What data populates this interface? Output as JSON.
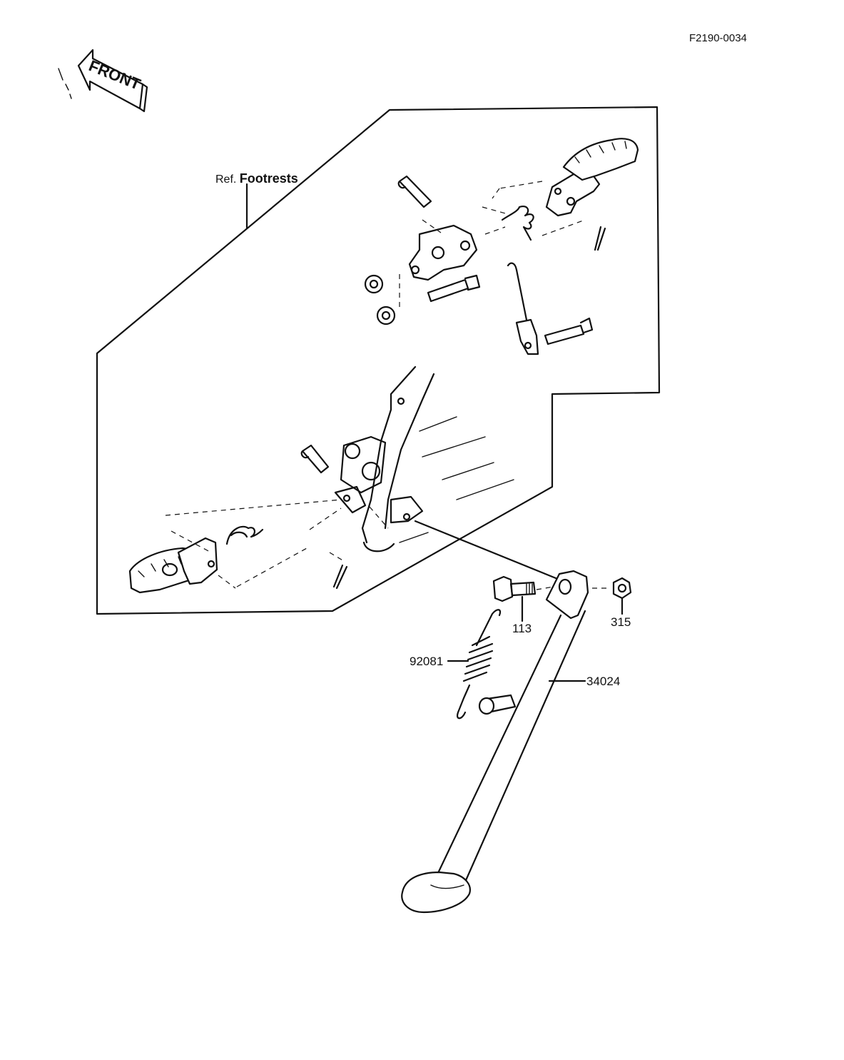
{
  "diagram_code": "F2190-0034",
  "front_arrow_label": "FRONT",
  "reference": {
    "prefix": "Ref.",
    "name": "Footrests"
  },
  "callouts": {
    "bolt": "113",
    "nut": "315",
    "spring": "92081",
    "stand": "34024"
  }
}
